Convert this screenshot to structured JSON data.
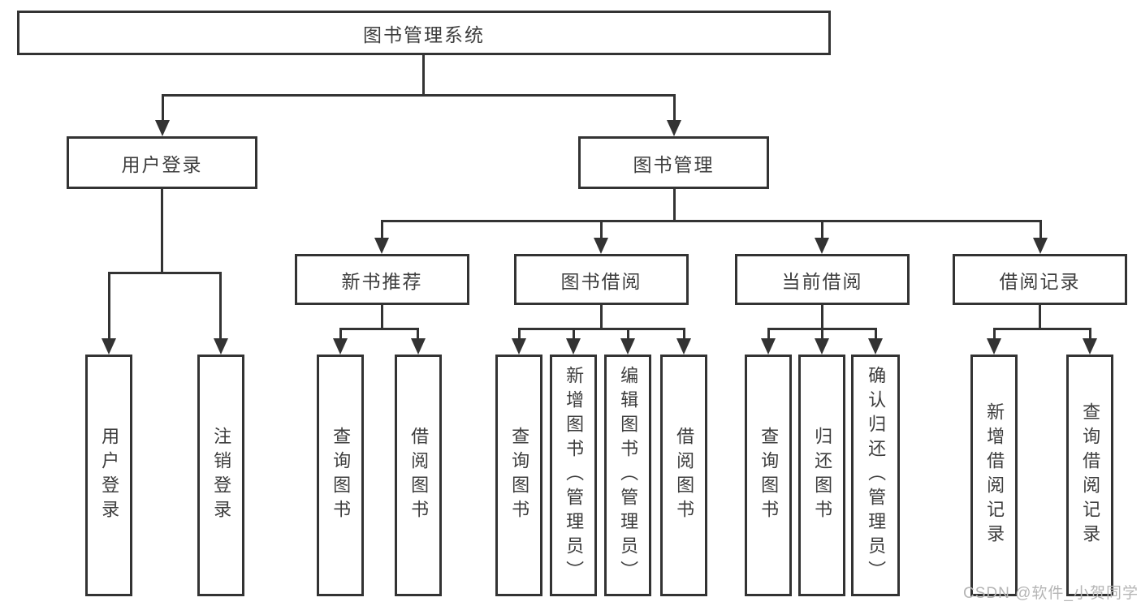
{
  "tree": {
    "root": {
      "label": "图书管理系统",
      "children": [
        {
          "label": "用户登录",
          "children": [
            {
              "label": "用户登录"
            },
            {
              "label": "注销登录"
            }
          ]
        },
        {
          "label": "图书管理",
          "children": [
            {
              "label": "新书推荐",
              "children": [
                {
                  "label": "查询图书"
                },
                {
                  "label": "借阅图书"
                }
              ]
            },
            {
              "label": "图书借阅",
              "children": [
                {
                  "label": "查询图书"
                },
                {
                  "label": "新增图书（管理员）"
                },
                {
                  "label": "编辑图书（管理员）"
                },
                {
                  "label": "借阅图书"
                }
              ]
            },
            {
              "label": "当前借阅",
              "children": [
                {
                  "label": "查询图书"
                },
                {
                  "label": "归还图书"
                },
                {
                  "label": "确认归还（管理员）"
                }
              ]
            },
            {
              "label": "借阅记录",
              "children": [
                {
                  "label": "新增借阅记录"
                },
                {
                  "label": "查询借阅记录"
                }
              ]
            }
          ]
        }
      ]
    }
  },
  "watermark": "CSDN @软件_小贺同学",
  "colors": {
    "line": "#333333",
    "node_text": "#3d3d3d",
    "watermark": "#b5b5b5",
    "background": "#ffffff"
  }
}
